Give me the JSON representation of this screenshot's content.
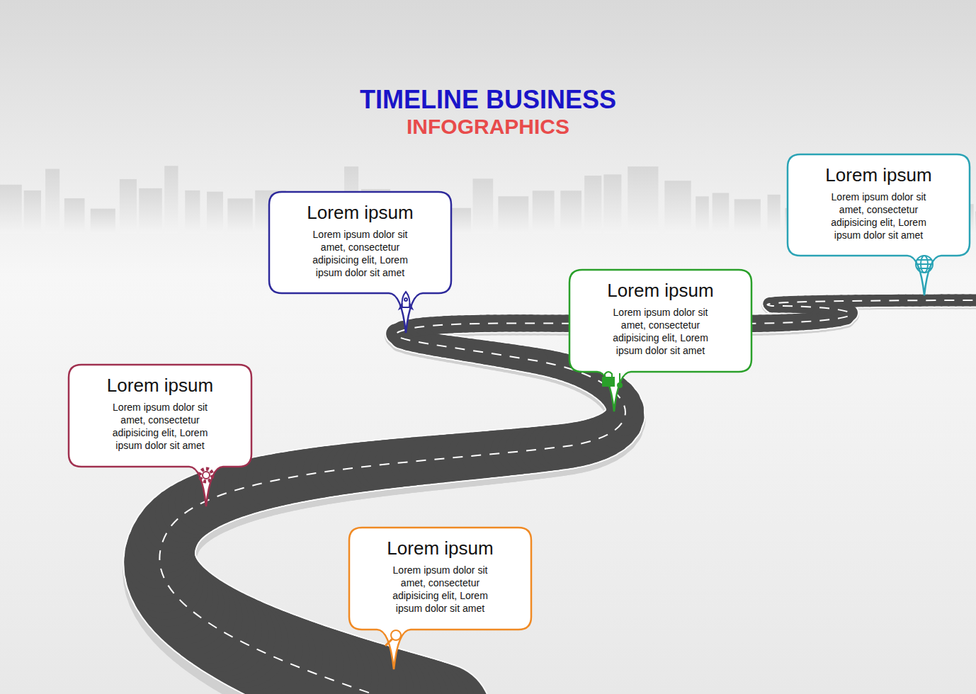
{
  "diagram": {
    "title": "TIMELINE BUSINESS",
    "nodes": [
      {
        "text": [
          "Lorem ipsum",
          "Lorem ipsum dolor sit amet, consectetur adipisicing elit, Lorem ipsum dolor sit amet"
        ]
      },
      {
        "text": [
          "Lorem ipsum",
          "Lorem ipsum dolor sit amet, consectetur adipisicing elit, Lorem ipsum dolor sit amet"
        ]
      },
      {
        "text": [
          "Lorem ipsum",
          "Lorem ipsum dolor sit amet, consectetur adipisicing elit, Lorem ipsum dolor sit amet"
        ]
      },
      {
        "text": [
          "Lorem ipsum",
          "Lorem ipsum dolor sit amet, consectetur adipisicing elit, Lorem ipsum dolor sit amet"
        ]
      },
      {
        "text": [
          "Lorem ipsum",
          "Lorem ipsum dolor sit amet, consectetur adipisicing elit, Lorem ipsum dolor sit amet"
        ]
      }
    ],
    "labels": [
      "INFOGRAPHICS"
    ]
  }
}
